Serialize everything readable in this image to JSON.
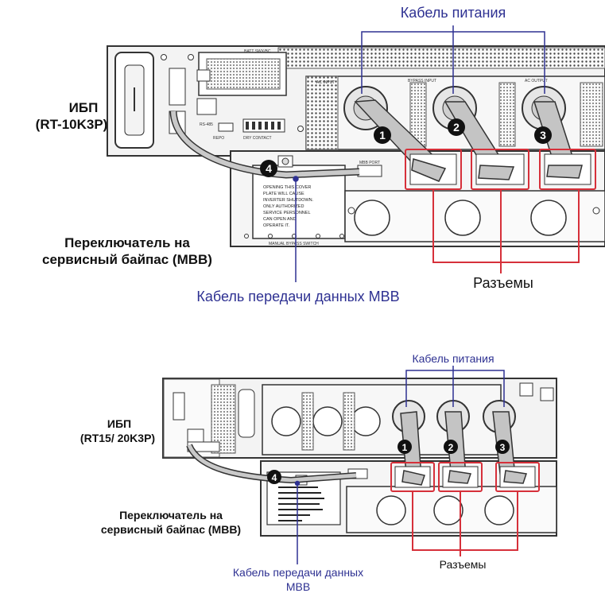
{
  "diagram_top": {
    "power_cable_label": "Кабель питания",
    "ups_label_line1": "ИБП",
    "ups_label_line2": "(RT-10K3P)",
    "mbb_label_line1": "Переключатель на",
    "mbb_label_line2": "сервисный байпас (MBB)",
    "connectors_label": "Разъемы",
    "data_cable_label": "Кабель передачи данных MBB",
    "markers": [
      "1",
      "2",
      "3",
      "4"
    ],
    "panel_texts": {
      "batt": "BATT SWX/BC",
      "ac_input": "AC INPUT",
      "bypass_input": "BYPASS INPUT",
      "ac_output": "AC OUTPUT",
      "rs485": "RS-485",
      "repo": "REPO",
      "dry_contact": "DRY CONTACT",
      "mbb_port": "MBB PORT",
      "manual_bypass": "MANUAL BYPASS SWITCH",
      "warning_lines": [
        "OPENING THIS COVER",
        "PLATE WILL CAUSE",
        "INVERTER SHUTDOWN.",
        "ONLY AUTHORIZED",
        "SERVICE PERSONNEL",
        "CAN OPEN AND",
        "OPERATE IT."
      ]
    }
  },
  "diagram_bottom": {
    "power_cable_label": "Кабель питания",
    "ups_label_line1": "ИБП",
    "ups_label_line2": "(RT15/ 20K3P)",
    "mbb_label_line1": "Переключатель на",
    "mbb_label_line2": "сервисный байпас (MBB)",
    "connectors_label": "Разъемы",
    "data_cable_label_line1": "Кабель передачи данных",
    "data_cable_label_line2": "MBB",
    "markers": [
      "1",
      "2",
      "3",
      "4"
    ]
  },
  "colors": {
    "callout_blue": "#2e3192",
    "highlight_red": "#d6303a",
    "panel_gray": "#f0f0f0",
    "outline": "#333333",
    "cable_gray": "#b8b8b8"
  }
}
